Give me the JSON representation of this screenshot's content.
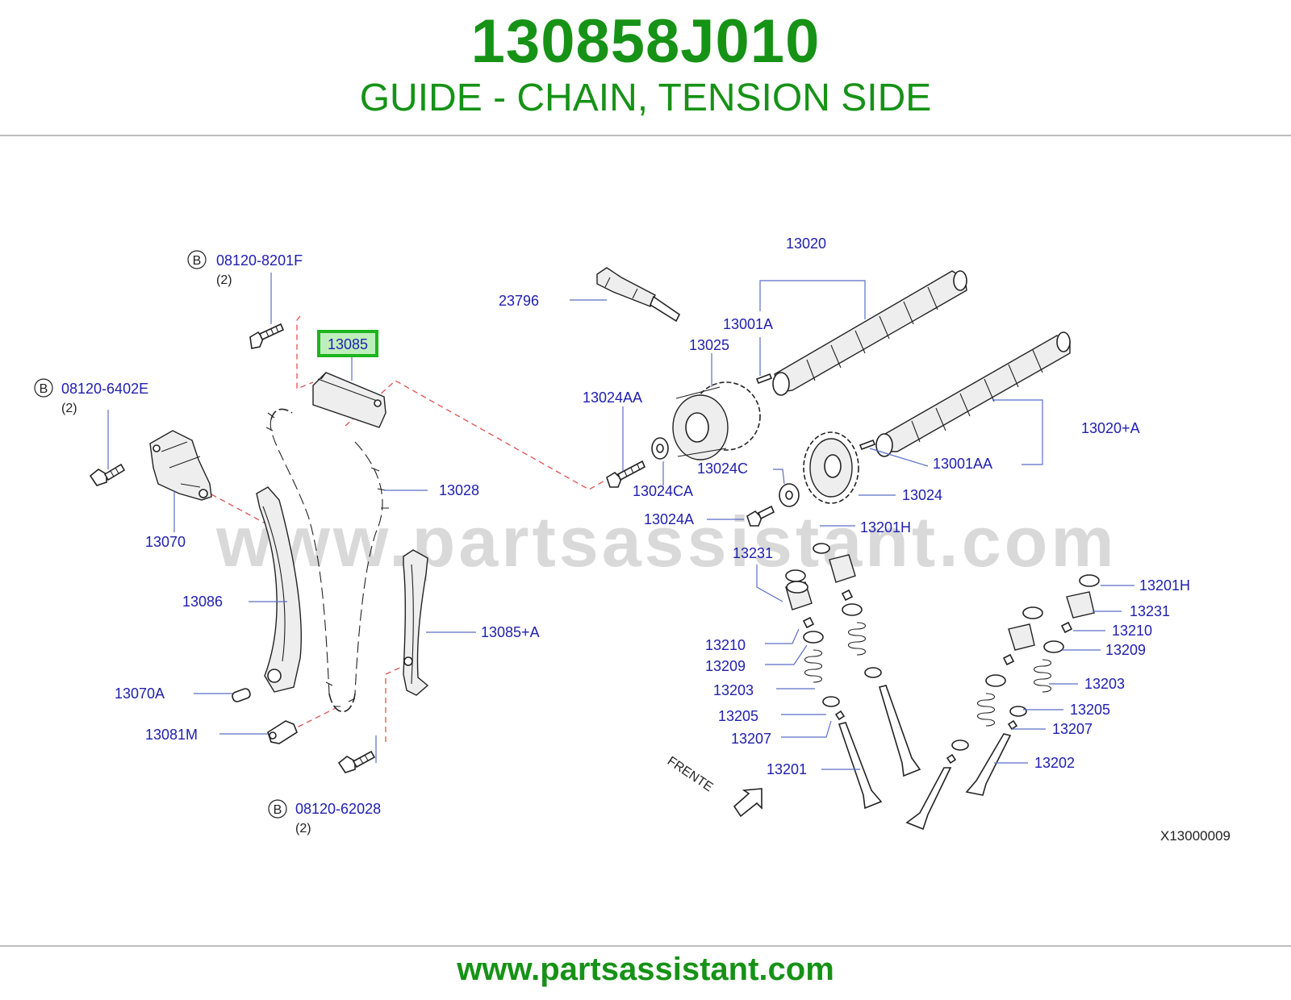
{
  "header": {
    "part_number": "130858J010",
    "part_name": "GUIDE - CHAIN, TENSION SIDE"
  },
  "watermark": "www.partsassistant.com",
  "footer": {
    "url": "www.partsassistant.com"
  },
  "highlight_color": "#1db51d",
  "brand_color": "#169216",
  "diagram": {
    "ref_code": "X13000009",
    "front_label": "FRENTE",
    "bolt_callouts": [
      {
        "badge": "B",
        "part": "08120-8201F",
        "qty": "(2)"
      },
      {
        "badge": "B",
        "part": "08120-6402E",
        "qty": "(2)"
      },
      {
        "badge": "B",
        "part": "08120-62028",
        "qty": "(2)"
      }
    ],
    "labels": {
      "highlighted": "13085",
      "p23796": "23796",
      "p13020": "13020",
      "p13001A": "13001A",
      "p13025": "13025",
      "p13024AA": "13024AA",
      "p13020A": "13020+A",
      "p13001AA": "13001AA",
      "p13024C": "13024C",
      "p13024CA": "13024CA",
      "p13024": "13024",
      "p13024A": "13024A",
      "p13028": "13028",
      "p13070": "13070",
      "p13086": "13086",
      "p13085A": "13085+A",
      "p13070A": "13070A",
      "p13081M": "13081M",
      "p13201H_a": "13201H",
      "p13231_a": "13231",
      "p13210_a": "13210",
      "p13209_a": "13209",
      "p13203_a": "13203",
      "p13205_a": "13205",
      "p13207_a": "13207",
      "p13201": "13201",
      "p13201H_b": "13201H",
      "p13231_b": "13231",
      "p13210_b": "13210",
      "p13209_b": "13209",
      "p13203_b": "13203",
      "p13205_b": "13205",
      "p13207_b": "13207",
      "p13202": "13202"
    }
  }
}
